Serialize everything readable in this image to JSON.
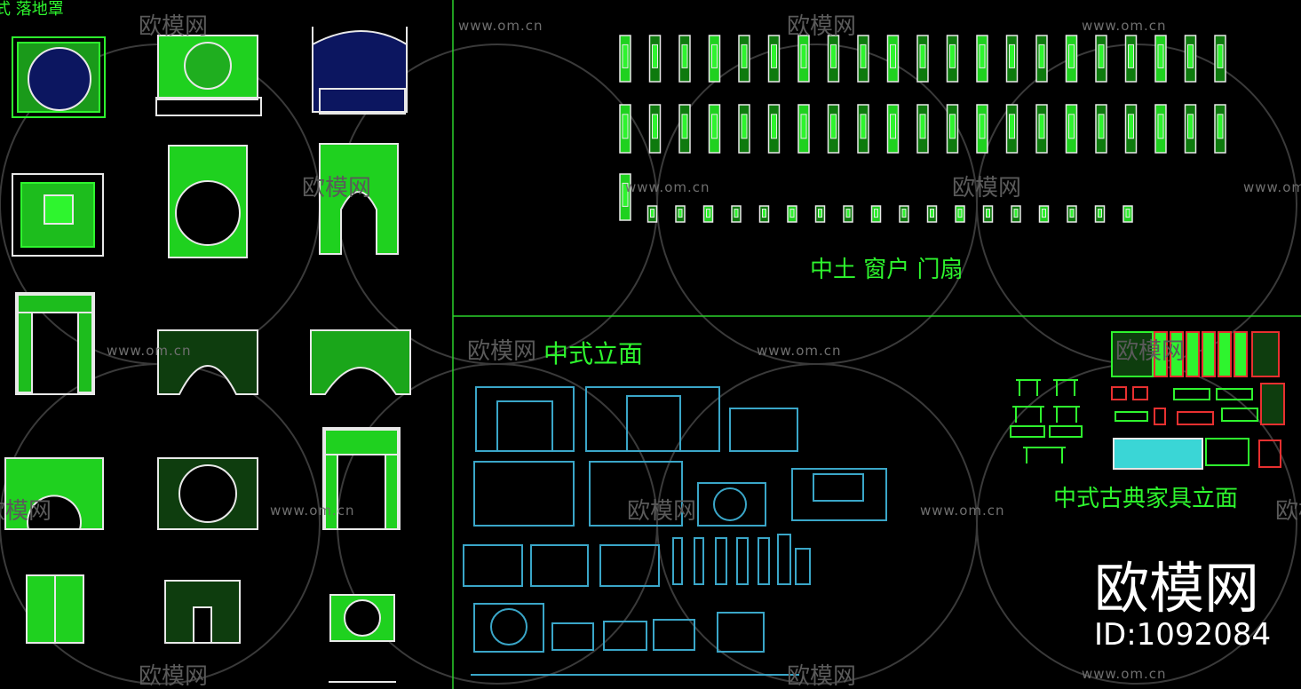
{
  "labels": {
    "top_left": "式 落地罩",
    "windows_doors": "中土 窗户 门扇",
    "elevation": "中式立面",
    "furniture": "中式古典家具立面"
  },
  "watermark": {
    "url": "www.om.cn",
    "cn": "欧模网"
  },
  "brand": {
    "name": "欧模网",
    "id": "ID:1092084"
  },
  "colors": {
    "background": "#000000",
    "cad_green": "#22ee22",
    "cad_cyan": "#3aa6c8",
    "cad_red": "#e83030",
    "frame_line": "#2ad12a",
    "watermark": "#6f6f6f"
  }
}
